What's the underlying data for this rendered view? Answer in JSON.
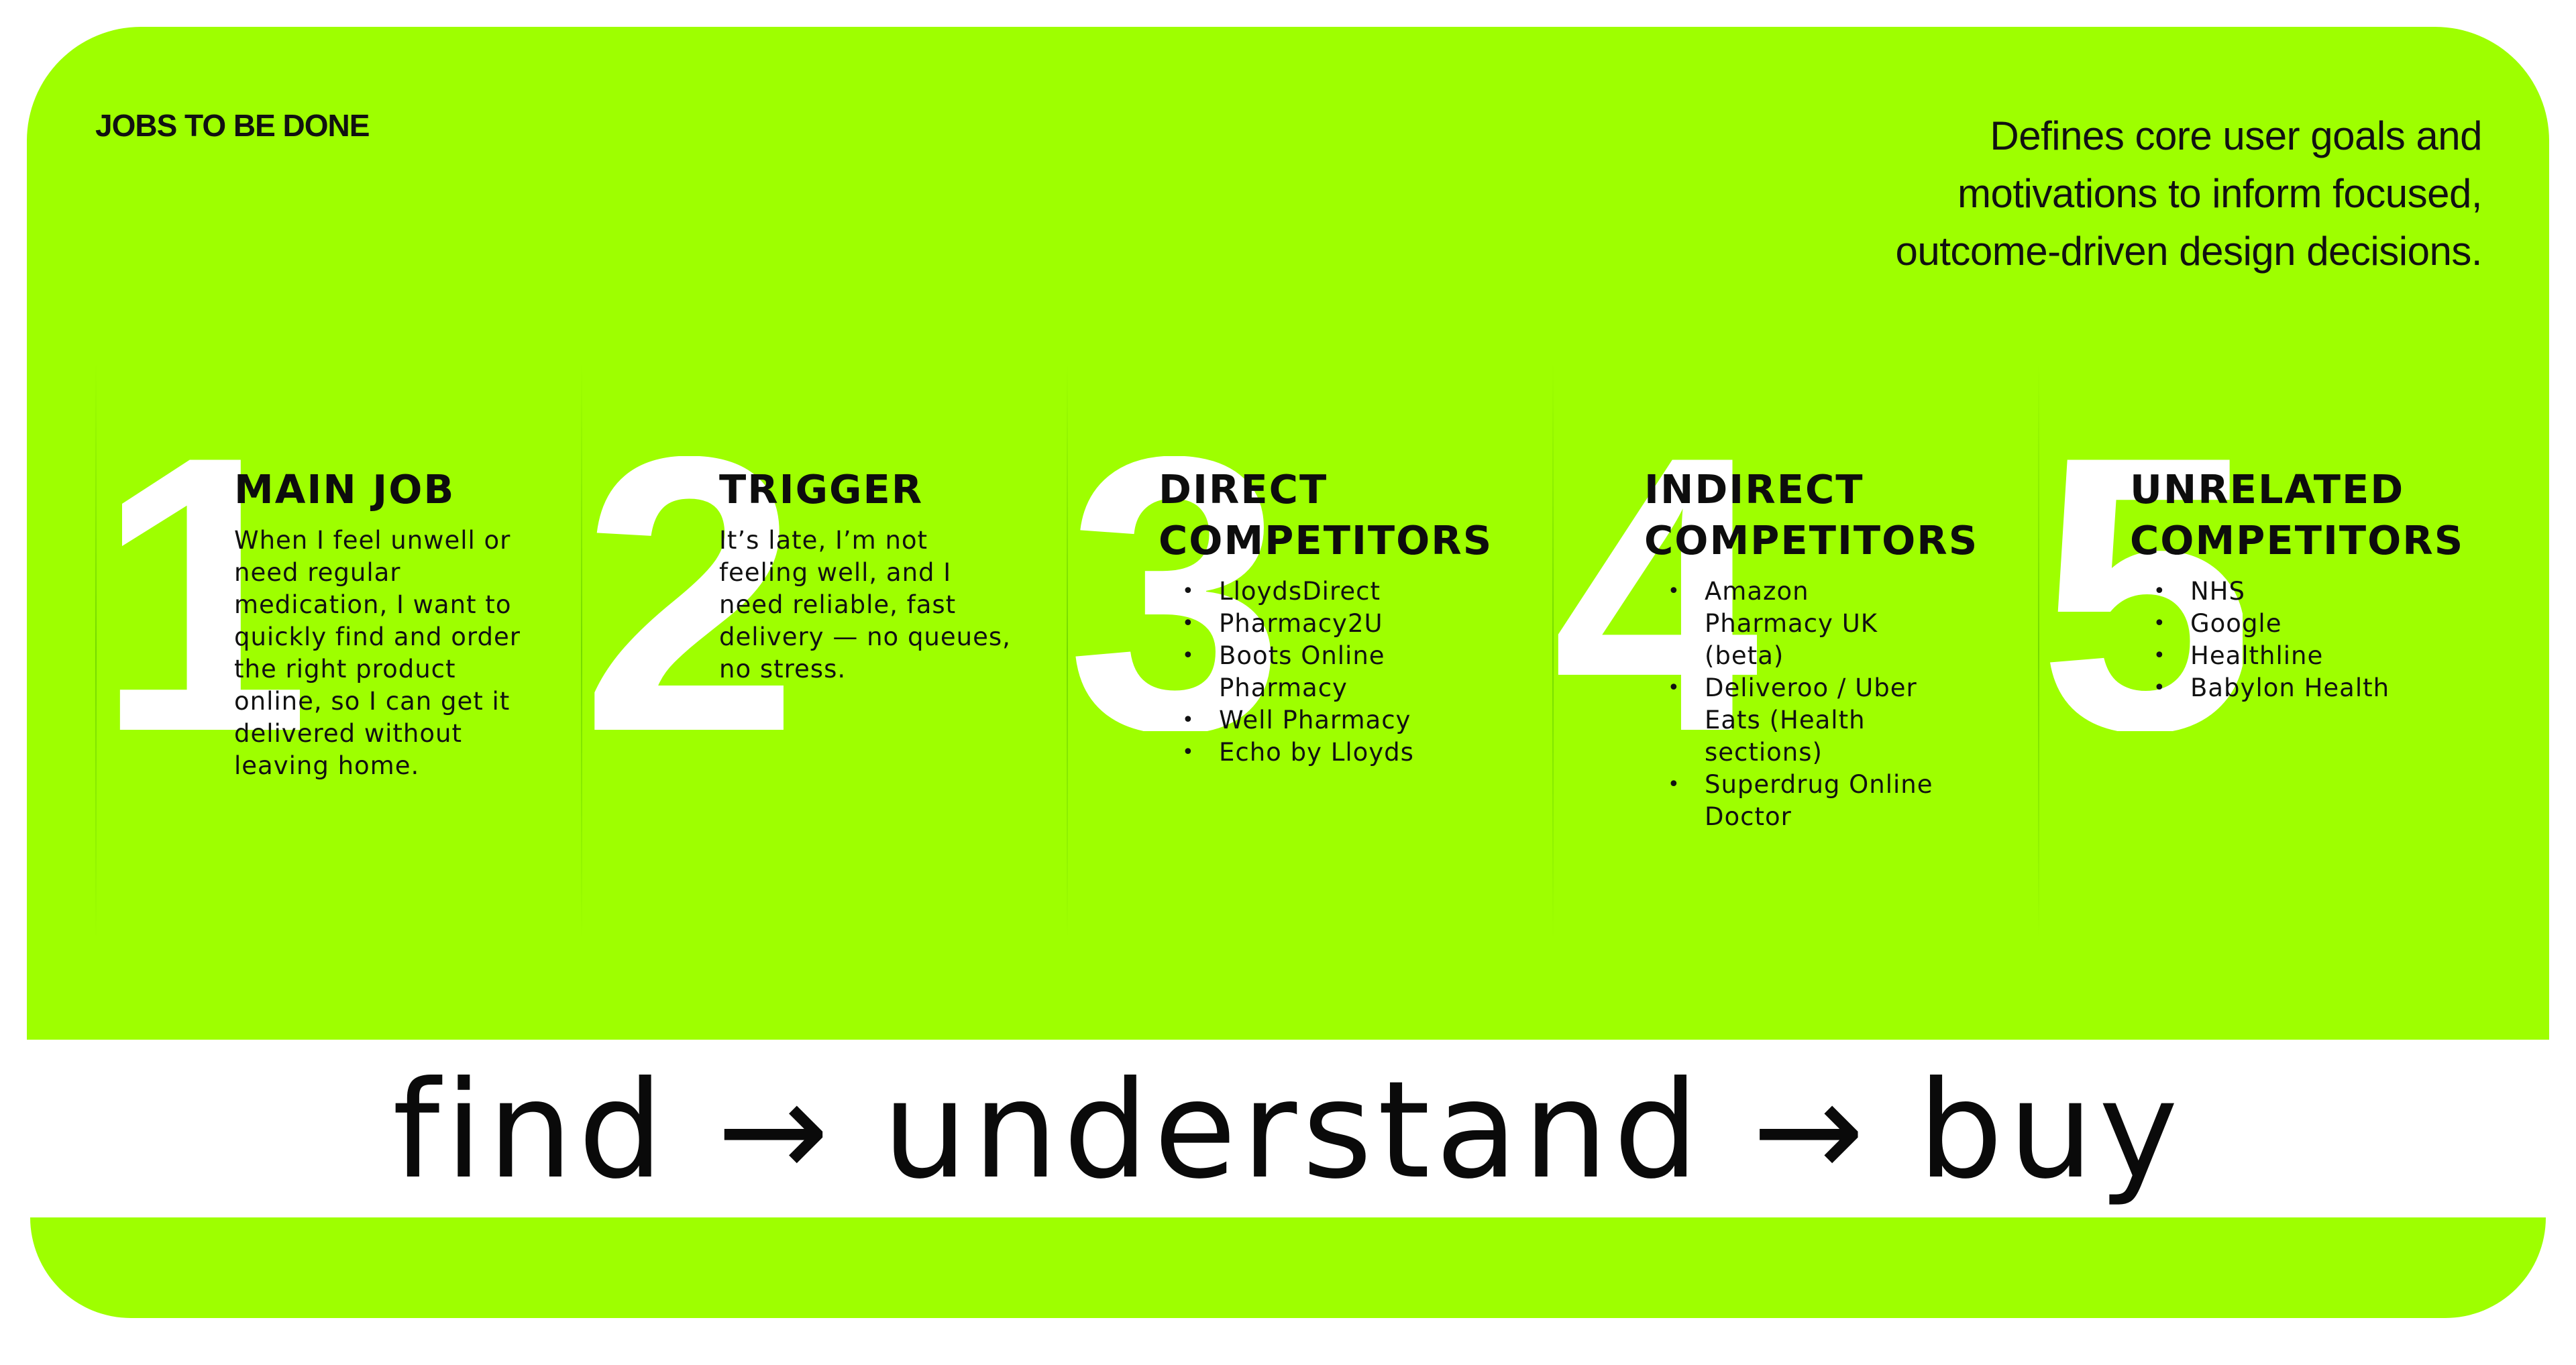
{
  "colors": {
    "accent": "#9eff00",
    "background": "#ffffff",
    "text": "#111111",
    "numeral": "#ffffff"
  },
  "header": {
    "label": "JOBS TO BE DONE",
    "description_lines": [
      "Defines core user goals and",
      "motivations to inform focused,",
      "outcome-driven design decisions."
    ]
  },
  "columns": [
    {
      "number": "1",
      "title_lines": [
        "MAIN JOB"
      ],
      "text_lines": [
        "When I feel unwell or",
        "need regular",
        "medication, I want to",
        "quickly find and order",
        "the right product",
        "online, so I can get it",
        "delivered without",
        "leaving home."
      ]
    },
    {
      "number": "2",
      "title_lines": [
        "TRIGGER"
      ],
      "text_lines": [
        "It’s late, I’m not",
        "feeling well, and I",
        "need reliable, fast",
        "delivery — no queues,",
        "no stress."
      ]
    },
    {
      "number": "3",
      "title_lines": [
        "DIRECT",
        "COMPETITORS"
      ],
      "items": [
        [
          "LloydsDirect"
        ],
        [
          "Pharmacy2U"
        ],
        [
          "Boots Online",
          "Pharmacy"
        ],
        [
          "Well Pharmacy"
        ],
        [
          "Echo by Lloyds"
        ]
      ]
    },
    {
      "number": "4",
      "title_lines": [
        "INDIRECT",
        "COMPETITORS"
      ],
      "items": [
        [
          "Amazon",
          "Pharmacy UK",
          "(beta)"
        ],
        [
          "Deliveroo / Uber",
          "Eats (Health",
          "sections)"
        ],
        [
          "Superdrug Online",
          "Doctor"
        ]
      ]
    },
    {
      "number": "5",
      "title_lines": [
        "UNRELATED",
        "COMPETITORS"
      ],
      "items": [
        [
          "NHS"
        ],
        [
          "Google"
        ],
        [
          "Healthline"
        ],
        [
          "Babylon Health"
        ]
      ]
    }
  ],
  "tagline": "find → understand → buy"
}
